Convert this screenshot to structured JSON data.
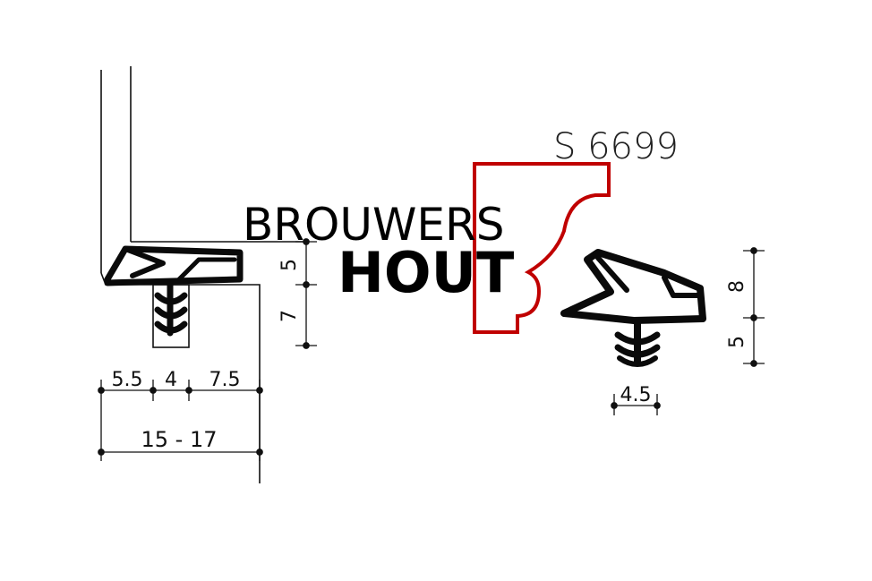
{
  "profile": {
    "code": "S 6699"
  },
  "logo": {
    "line1": "BROUWERS",
    "line2": "HOUT",
    "accent_color": "#c00000"
  },
  "left_view": {
    "dim_5": "5",
    "dim_7": "7",
    "dim_5_5": "5.5",
    "dim_4": "4",
    "dim_7_5": "7.5",
    "dim_range": "15 - 17"
  },
  "right_view": {
    "dim_8": "8",
    "dim_5": "5",
    "dim_4_5": "4.5"
  },
  "colors": {
    "line": "#111111",
    "seal": "#0a0a0a",
    "background": "#ffffff"
  }
}
